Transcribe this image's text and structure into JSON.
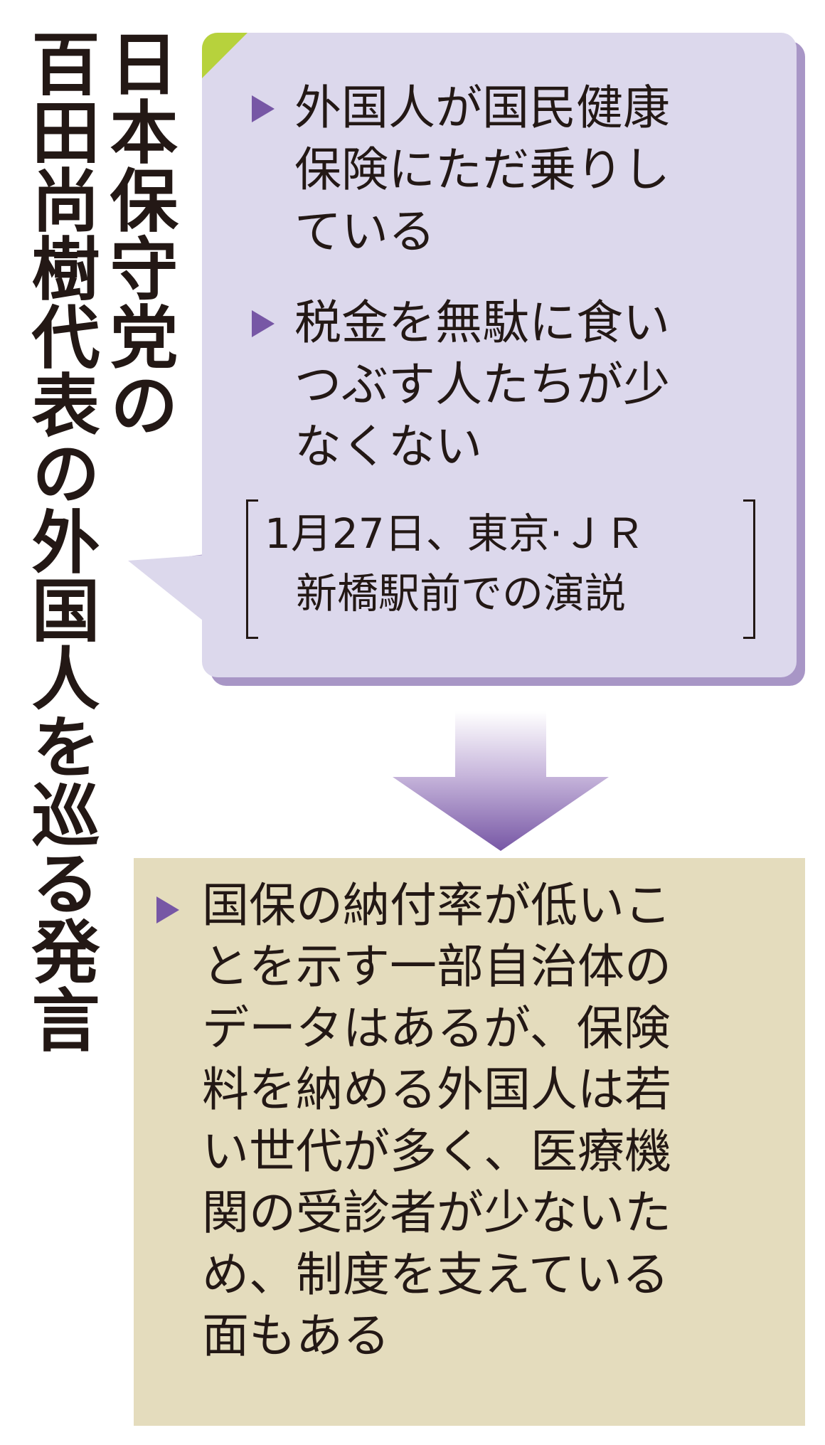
{
  "title": {
    "col1": "日本保守党の",
    "col2": "百田尚樹代表の外国人を巡る発言"
  },
  "quote": {
    "bullets": [
      "外国人が国民健康\n保険にただ乗りし\nている",
      "税金を無駄に食い\nつぶす人たちが少\nなくない"
    ],
    "source_line1": "1月27日、東京·ＪＲ",
    "source_line2": "新橋駅前での演説"
  },
  "rebuttal": {
    "text": "国保の納付率が低いこ\nとを示す一部自治体の\nデータはあるが、保険\n料を納める外国人は若\nい世代が多く、医療機\n関の受診者が少ないた\nめ、制度を支えている\n面もある"
  },
  "colors": {
    "quote_bg": "#dcd8ec",
    "quote_shadow": "#a896c6",
    "bullet": "#7757a5",
    "corner_tab": "#b7d23c",
    "arrow_top": "#ffffff",
    "arrow_bottom": "#7757a5",
    "rebuttal_bg": "#e4dcbd",
    "text": "#231815"
  }
}
